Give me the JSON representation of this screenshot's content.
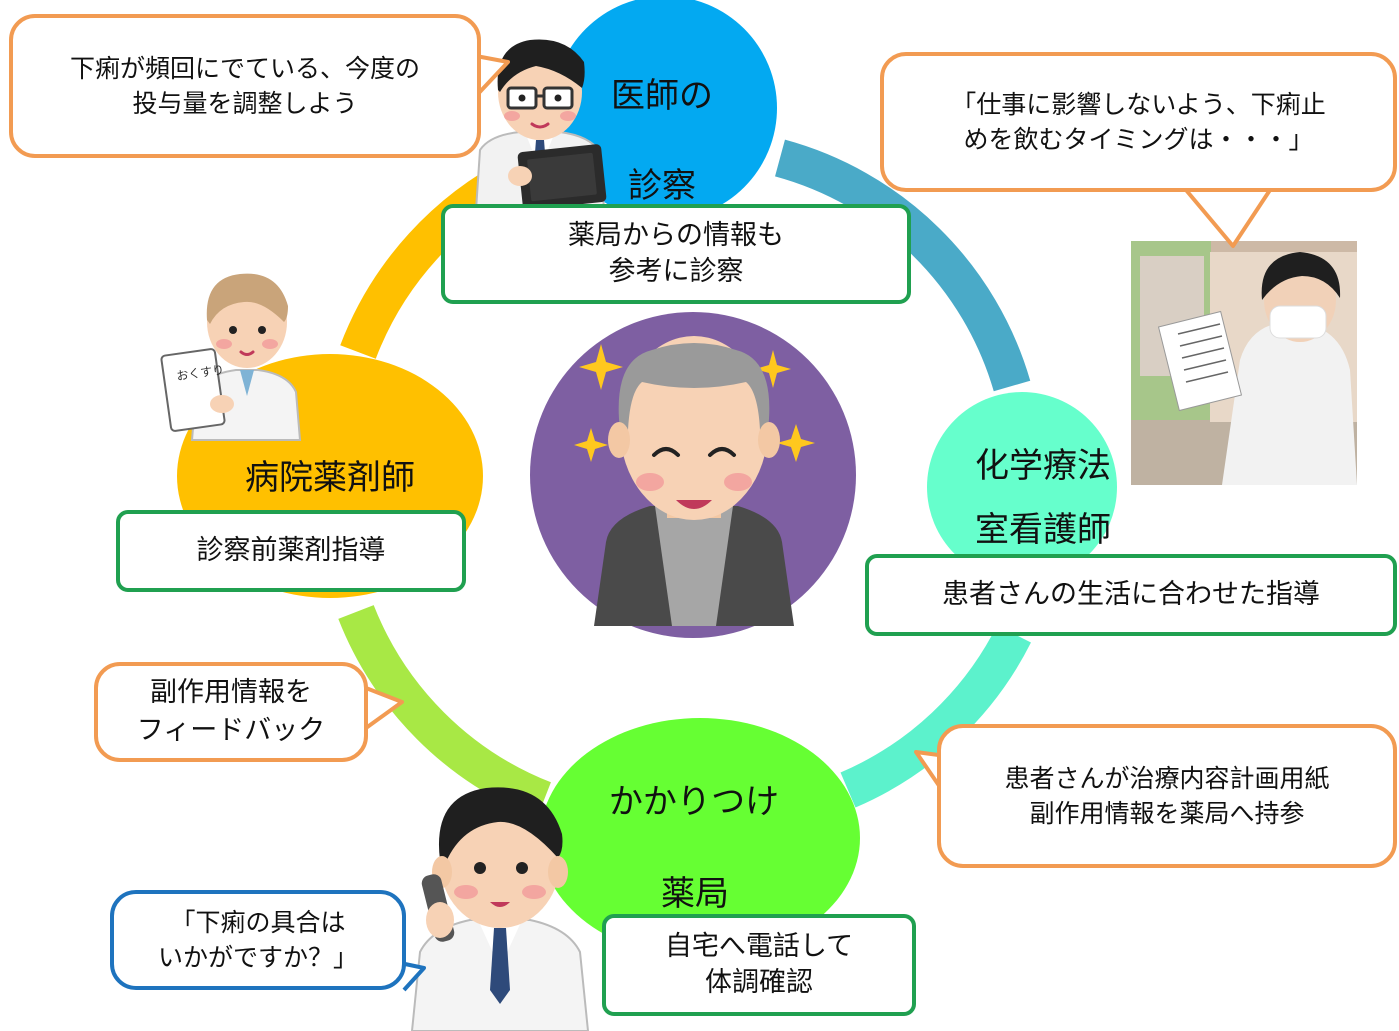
{
  "nodes": {
    "doctor": {
      "line1": "医師の",
      "line2": "診察"
    },
    "nurse": {
      "line1": "化学療法",
      "line2": "室看護師"
    },
    "pharmacy": {
      "line1": "かかりつけ",
      "line2": "薬局"
    },
    "hospital_pharmacist": {
      "label": "病院薬剤師"
    }
  },
  "captions": {
    "doctor": "薬局からの情報も\n参考に診察",
    "nurse": "患者さんの生活に合わせた指導",
    "pharmacy": "自宅へ電話して\n体調確認",
    "hospital_pharmacist": "診察前薬剤指導"
  },
  "bubbles": {
    "doctor": "下痢が頻回にでている、今度の\n投与量を調整しよう",
    "nurse": "「仕事に影響しないよう、下痢止\nめを飲むタイミングは・・・」",
    "patient": "患者さんが治療内容計画用紙\n副作用情報を薬局へ持参",
    "feedback": "副作用情報を\nフィードバック",
    "phone": "「下痢の具合は\nいかがですか？」"
  },
  "illustrations": {
    "pharmacist_sheet": "おくすり"
  },
  "colors": {
    "doctor_node": "#03A9F1",
    "nurse_node": "#66FFCC",
    "pharmacy_node": "#66FF33",
    "hospital_node": "#FFC000",
    "patient_circle": "#7E5FA2",
    "caption_border": "#20A050",
    "bubble_orange": "#F29B52",
    "bubble_blue": "#1E73BE"
  }
}
